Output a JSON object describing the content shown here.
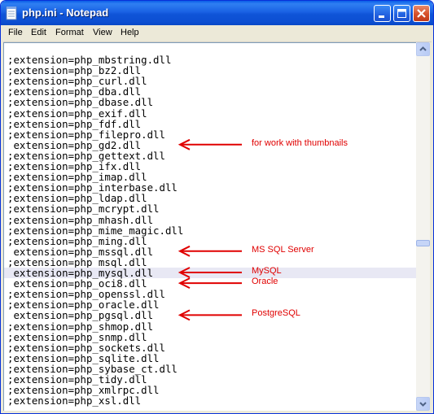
{
  "window": {
    "title": "php.ini - Notepad"
  },
  "menu": [
    "File",
    "Edit",
    "Format",
    "View",
    "Help"
  ],
  "editor": {
    "lines": [
      ";extension=php_mbstring.dll",
      ";extension=php_bz2.dll",
      ";extension=php_curl.dll",
      ";extension=php_dba.dll",
      ";extension=php_dbase.dll",
      ";extension=php_exif.dll",
      ";extension=php_fdf.dll",
      ";extension=php_filepro.dll",
      " extension=php_gd2.dll",
      ";extension=php_gettext.dll",
      ";extension=php_ifx.dll",
      ";extension=php_imap.dll",
      ";extension=php_interbase.dll",
      ";extension=php_ldap.dll",
      ";extension=php_mcrypt.dll",
      ";extension=php_mhash.dll",
      ";extension=php_mime_magic.dll",
      ";extension=php_ming.dll",
      " extension=php_mssql.dll",
      ";extension=php_msql.dll",
      " extension=php_mysql.dll",
      " extension=php_oci8.dll",
      ";extension=php_openssl.dll",
      ";extension=php_oracle.dll",
      " extension=php_pgsql.dll",
      ";extension=php_shmop.dll",
      ";extension=php_snmp.dll",
      ";extension=php_sockets.dll",
      ";extension=php_sqlite.dll",
      ";extension=php_sybase_ct.dll",
      ";extension=php_tidy.dll",
      ";extension=php_xmlrpc.dll",
      ";extension=php_xsl.dll"
    ],
    "highlighted_line": 20
  },
  "annotations": [
    {
      "text": "for work with thumbnails",
      "line": 8
    },
    {
      "text": "MS SQL Server",
      "line": 18
    },
    {
      "text": "MySQL",
      "line": 20
    },
    {
      "text": "Oracle",
      "line": 21
    },
    {
      "text": "PostgreSQL",
      "line": 24
    }
  ],
  "colors": {
    "annotation": "#e00000",
    "titlebar": "#0f54d8"
  },
  "icons": {
    "app": "notepad-icon",
    "minimize": "minimize-icon",
    "maximize": "maximize-icon",
    "close": "close-icon",
    "scroll_up": "scroll-up-arrow-icon",
    "scroll_down": "scroll-down-arrow-icon"
  }
}
